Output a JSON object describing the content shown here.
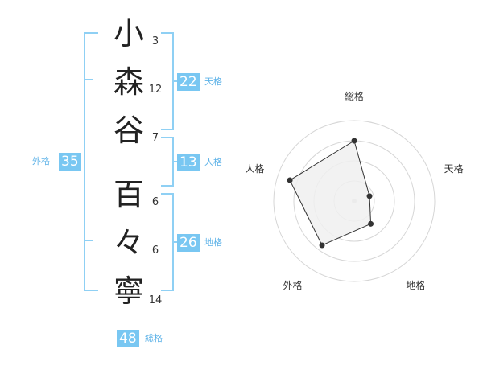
{
  "name": {
    "chars": [
      "小",
      "森",
      "谷",
      "百",
      "々",
      "寧"
    ],
    "strokes": [
      "3",
      "12",
      "7",
      "6",
      "6",
      "14"
    ]
  },
  "kakusu": {
    "tenkaku": {
      "value": "22",
      "label": "天格"
    },
    "jinkaku": {
      "value": "13",
      "label": "人格"
    },
    "chikaku": {
      "value": "26",
      "label": "地格"
    },
    "gaikaku": {
      "value": "35",
      "label": "外格"
    },
    "soukaku": {
      "value": "48",
      "label": "総格"
    }
  },
  "colors": {
    "accent": "#79c7f2",
    "bracket": "#8fd0f4",
    "label": "#5fb3e8",
    "radar_fill": "#f0f0f0",
    "radar_stroke": "#333333"
  },
  "chart_data": {
    "type": "radar",
    "axes": [
      "総格",
      "天格",
      "地格",
      "外格",
      "人格"
    ],
    "values": [
      0.75,
      0.2,
      0.35,
      0.68,
      0.84
    ],
    "rings": 4
  }
}
